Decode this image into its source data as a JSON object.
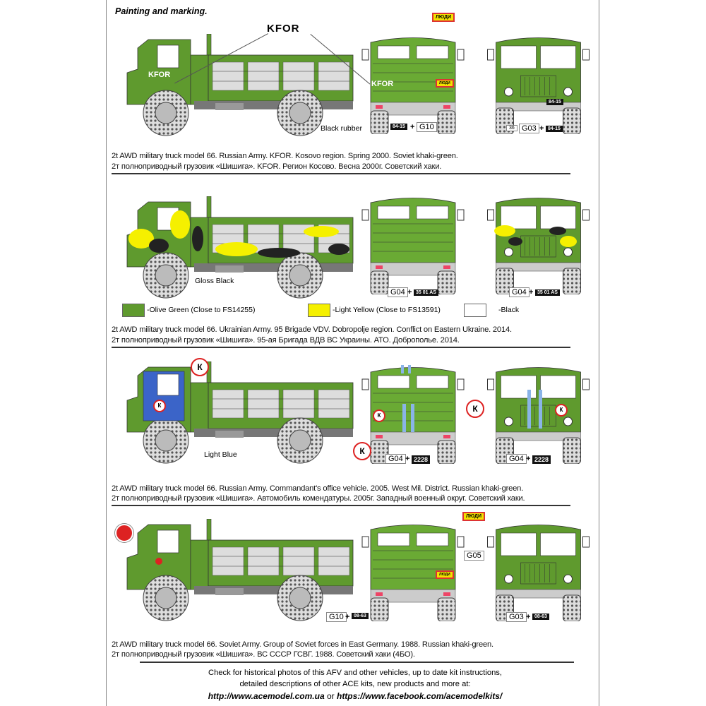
{
  "title": "Painting and marking.",
  "colors": {
    "khaki": "#5f9a2e",
    "bright": "#6aaa34",
    "yellow": "#f5f000",
    "blue": "#3b64c8",
    "black": "#1a1a1a"
  },
  "sections": [
    {
      "caption_en": "2t AWD military truck model 66. Russian Army. KFOR. Kosovo region. Spring 2000. Soviet khaki-green.",
      "caption_ru": "2т полноприводный грузовик «Шишига». KFOR. Регион Косово. Весна 2000г. Советский хаки.",
      "kfor_callout": "KFOR",
      "kfor_mark": "KFOR",
      "kfor_rear": "KFOR",
      "lyudi": "ЛЮДИ",
      "lyudi_small": "ЛЮДИ",
      "annotation": "Black rubber",
      "rear_code": "G10",
      "front_code": "G03",
      "plate": "84-15",
      "plate_front": "84-15",
      "small_plate": "84-15",
      "number_tag": "36"
    },
    {
      "caption_en": "2t AWD military truck model 66. Ukrainian Army. 95 Brigade VDV. Dobropolje region. Conflict on Eastern Ukraine. 2014.",
      "caption_ru": "2т полноприводный грузовик «Шишига». 95-ая Бригада ВДВ ВС Украины. АТО. Доброполье. 2014.",
      "annotation": "Gloss Black",
      "rear_code": "G04",
      "front_code": "G04",
      "plate": "35 01 AS",
      "plate_front": "35 01 AS",
      "legend": [
        {
          "label": "-Olive Green (Close to FS14255)",
          "color": "#5f9a2e"
        },
        {
          "label": "-Light Yellow (Close to FS13591)",
          "color": "#f5f000"
        },
        {
          "label": "-Black",
          "color": "#ffffff"
        }
      ]
    },
    {
      "caption_en": "2t AWD military truck model 66. Russian Army. Commandant's office vehicle. 2005. West Mil. District. Russian khaki-green.",
      "caption_ru": "2т полноприводный грузовик «Шишига». Автомобиль комендатуры. 2005г. Западный военный округ. Советский хаки.",
      "annotation": "Light Blue",
      "k": "К",
      "rear_code": "G04",
      "front_code": "G04",
      "plate": "2228",
      "plate_front": "2228"
    },
    {
      "caption_en": "2t AWD military truck model 66. Soviet Army. Group of Soviet forces in East Germany. 1988. Russian khaki-green.",
      "caption_ru": "2т полноприводный грузовик «Шишига». ВС СССР ГСВГ. 1988. Советский хаки (4БО).",
      "lyudi": "ЛЮДИ",
      "lyudi_small": "ЛЮДИ",
      "rear_code": "G10",
      "front_code": "G03",
      "extra_code": "G05",
      "plate": "08-63",
      "plate_front": "08-63"
    }
  ],
  "footer": {
    "line1": "Check for historical photos of this AFV and  other vehicles, up to date kit instructions,",
    "line2": "detailed descriptions of other ACE kits, new products and more at:",
    "url1": "http://www.acemodel.com.ua",
    "or": " or ",
    "url2": "https://www.facebook.com/acemodelkits/"
  }
}
